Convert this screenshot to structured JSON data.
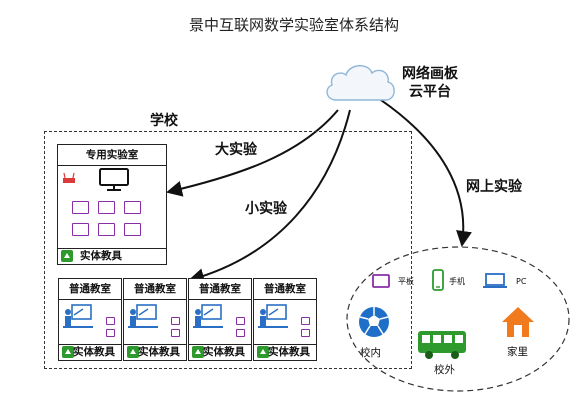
{
  "title": "景中互联网数学实验室体系结构",
  "cloud_label_line1": "网络画板",
  "cloud_label_line2": "云平台",
  "school_label": "学校",
  "edge_large": "大实验",
  "edge_small": "小实验",
  "edge_online": "网上实验",
  "special_room": {
    "title": "专用实验室",
    "footer": "实体教具"
  },
  "classrooms": [
    {
      "title": "普通教室",
      "footer": "实体教具"
    },
    {
      "title": "普通教室",
      "footer": "实体教具"
    },
    {
      "title": "普通教室",
      "footer": "实体教具"
    },
    {
      "title": "普通教室",
      "footer": "实体教具"
    }
  ],
  "devices": [
    {
      "label": "平板",
      "icon": "tablet-icon"
    },
    {
      "label": "手机",
      "icon": "phone-icon"
    },
    {
      "label": "PC",
      "icon": "laptop-icon"
    }
  ],
  "places": [
    {
      "label": "校内",
      "icon": "soccer-ball-icon"
    },
    {
      "label": "校外",
      "icon": "bus-icon"
    },
    {
      "label": "家里",
      "icon": "house-icon"
    }
  ],
  "colors": {
    "purple": "#8a2ea8",
    "green": "#2e9a2e",
    "cloud_outline": "#8fb7d8",
    "blue": "#2a6fc4",
    "orange": "#f07a1c"
  }
}
